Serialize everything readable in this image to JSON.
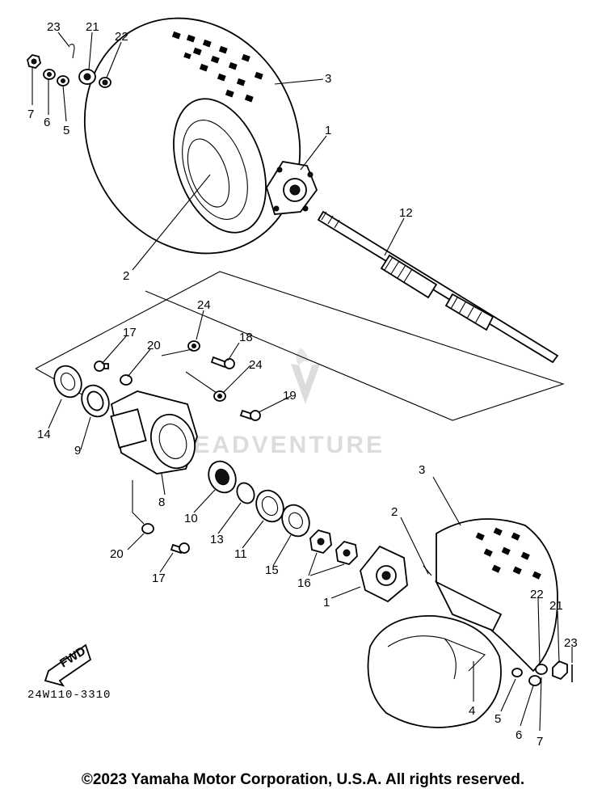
{
  "diagram": {
    "code": "24W110-3310",
    "fwd_label": "FWD",
    "watermark": "LEADVENTURE",
    "copyright": "©2023 Yamaha Motor Corporation, U.S.A. All rights reserved."
  },
  "callouts": {
    "c23a": "23",
    "c21a": "21",
    "c22a": "22",
    "c7a": "7",
    "c6a": "6",
    "c5a": "5",
    "c3a": "3",
    "c1a": "1",
    "c2a": "2",
    "c12": "12",
    "c24a": "24",
    "c17a": "17",
    "c20a": "20",
    "c18": "18",
    "c24b": "24",
    "c19": "19",
    "c14": "14",
    "c9": "9",
    "c8": "8",
    "c10": "10",
    "c13": "13",
    "c11": "11",
    "c15": "15",
    "c16": "16",
    "c1b": "1",
    "c20b": "20",
    "c17b": "17",
    "c3b": "3",
    "c2b": "2",
    "c22b": "22",
    "c21b": "21",
    "c23b": "23",
    "c4": "4",
    "c5b": "5",
    "c6b": "6",
    "c7b": "7"
  }
}
